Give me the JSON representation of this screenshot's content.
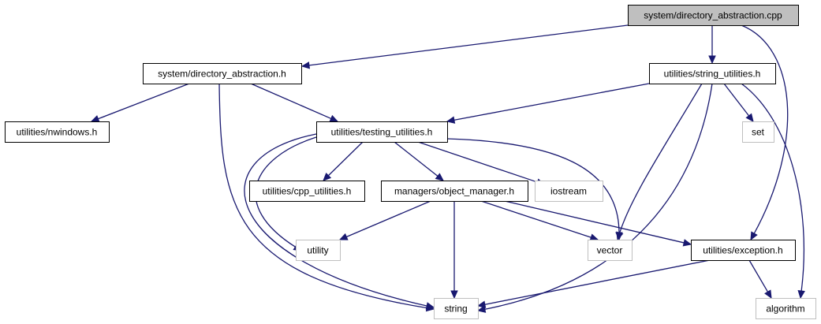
{
  "graph": {
    "nodes": [
      {
        "id": "n_dir_cpp",
        "label": "system/directory_abstraction.cpp",
        "kind": "root"
      },
      {
        "id": "n_dir_h",
        "label": "system/directory_abstraction.h",
        "kind": "header"
      },
      {
        "id": "n_str_util",
        "label": "utilities/string_utilities.h",
        "kind": "header"
      },
      {
        "id": "n_nwin",
        "label": "utilities/nwindows.h",
        "kind": "header"
      },
      {
        "id": "n_test_util",
        "label": "utilities/testing_utilities.h",
        "kind": "header"
      },
      {
        "id": "n_set",
        "label": "set",
        "kind": "system"
      },
      {
        "id": "n_cpp_util",
        "label": "utilities/cpp_utilities.h",
        "kind": "header"
      },
      {
        "id": "n_obj_mgr",
        "label": "managers/object_manager.h",
        "kind": "header"
      },
      {
        "id": "n_iostream",
        "label": "iostream",
        "kind": "system"
      },
      {
        "id": "n_utility",
        "label": "utility",
        "kind": "system"
      },
      {
        "id": "n_vector",
        "label": "vector",
        "kind": "system"
      },
      {
        "id": "n_exception",
        "label": "utilities/exception.h",
        "kind": "header"
      },
      {
        "id": "n_string",
        "label": "string",
        "kind": "system"
      },
      {
        "id": "n_algorithm",
        "label": "algorithm",
        "kind": "system"
      }
    ],
    "edges": [
      {
        "from": "n_dir_cpp",
        "to": "n_dir_h"
      },
      {
        "from": "n_dir_cpp",
        "to": "n_str_util"
      },
      {
        "from": "n_dir_cpp",
        "to": "n_exception"
      },
      {
        "from": "n_dir_h",
        "to": "n_nwin"
      },
      {
        "from": "n_dir_h",
        "to": "n_test_util"
      },
      {
        "from": "n_dir_h",
        "to": "n_string"
      },
      {
        "from": "n_str_util",
        "to": "n_test_util"
      },
      {
        "from": "n_str_util",
        "to": "n_set"
      },
      {
        "from": "n_str_util",
        "to": "n_algorithm"
      },
      {
        "from": "n_str_util",
        "to": "n_vector"
      },
      {
        "from": "n_str_util",
        "to": "n_string"
      },
      {
        "from": "n_test_util",
        "to": "n_cpp_util"
      },
      {
        "from": "n_test_util",
        "to": "n_obj_mgr"
      },
      {
        "from": "n_test_util",
        "to": "n_iostream"
      },
      {
        "from": "n_test_util",
        "to": "n_utility"
      },
      {
        "from": "n_test_util",
        "to": "n_vector"
      },
      {
        "from": "n_test_util",
        "to": "n_string"
      },
      {
        "from": "n_obj_mgr",
        "to": "n_utility"
      },
      {
        "from": "n_obj_mgr",
        "to": "n_string"
      },
      {
        "from": "n_obj_mgr",
        "to": "n_vector"
      },
      {
        "from": "n_obj_mgr",
        "to": "n_exception"
      },
      {
        "from": "n_exception",
        "to": "n_string"
      },
      {
        "from": "n_exception",
        "to": "n_algorithm"
      }
    ]
  },
  "colors": {
    "edge": "#191970",
    "root_fill": "#bfbfbf",
    "header_border": "#000000",
    "system_border": "#bfbfbf",
    "box_fill": "#ffffff"
  }
}
